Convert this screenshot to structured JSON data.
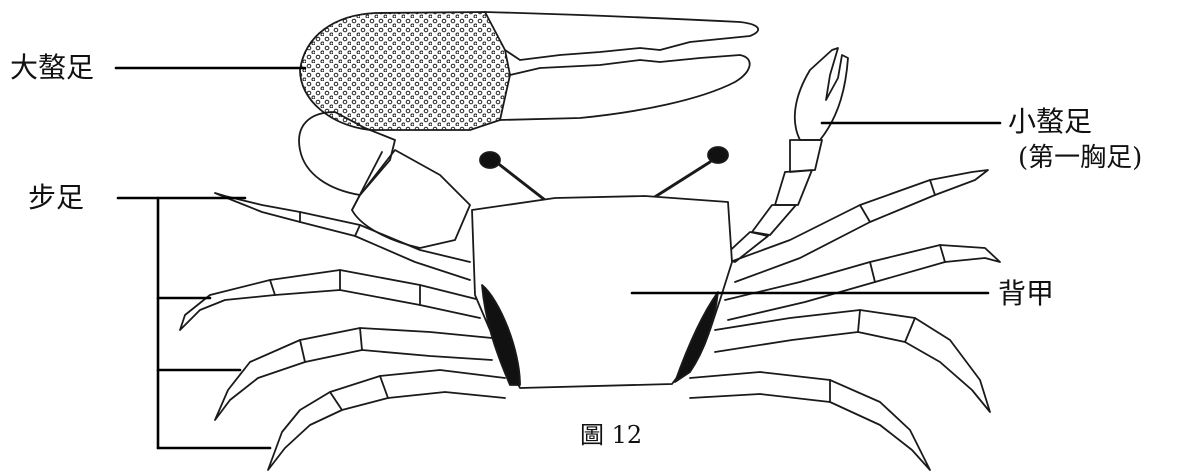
{
  "labels": {
    "big_claw": "大螯足",
    "walking_legs": "步足",
    "small_claw": "小螯足",
    "first_thoracic_leg": "(第一胸足)",
    "carapace": "背甲"
  },
  "caption": "圖 12",
  "colors": {
    "ink": "#111111",
    "background": "#ffffff"
  }
}
